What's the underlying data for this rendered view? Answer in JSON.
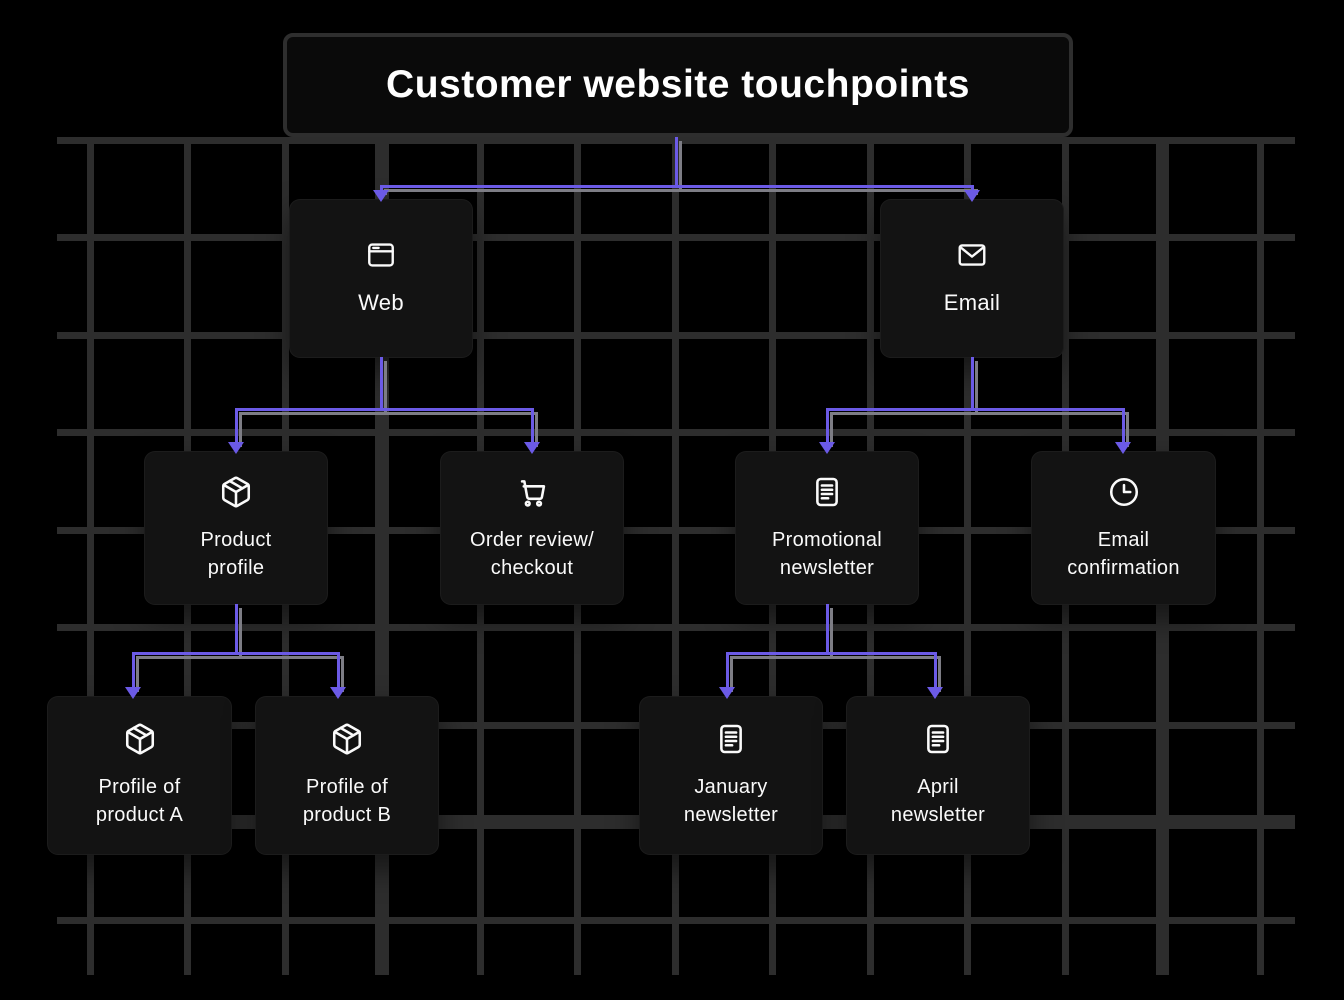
{
  "diagram": {
    "title": "Customer website touchpoints",
    "colors": {
      "background": "#000000",
      "grid": "#2d2d2d",
      "node_fill": "#131313",
      "connector": "#6b5ae6",
      "connector_shadow": "#7d7d85",
      "text": "#fafafa"
    },
    "nodes": [
      {
        "id": "web",
        "label": "Web",
        "icon": "browser-icon"
      },
      {
        "id": "email",
        "label": "Email",
        "icon": "envelope-icon"
      },
      {
        "id": "product-profile",
        "label": "Product\nprofile",
        "icon": "package-icon"
      },
      {
        "id": "order-review",
        "label": "Order review/\ncheckout",
        "icon": "cart-icon"
      },
      {
        "id": "promo-news",
        "label": "Promotional\nnewsletter",
        "icon": "newsletter-icon"
      },
      {
        "id": "email-conf",
        "label": "Email\nconfirmation",
        "icon": "clock-icon"
      },
      {
        "id": "profile-a",
        "label": "Profile of\nproduct A",
        "icon": "package-icon"
      },
      {
        "id": "profile-b",
        "label": "Profile of\nproduct B",
        "icon": "package-icon"
      },
      {
        "id": "jan-news",
        "label": "January\nnewsletter",
        "icon": "newsletter-icon"
      },
      {
        "id": "apr-news",
        "label": "April\nnewsletter",
        "icon": "newsletter-icon"
      }
    ],
    "connections": [
      {
        "from": "title",
        "to": [
          "web",
          "email"
        ]
      },
      {
        "from": "web",
        "to": [
          "product-profile",
          "order-review"
        ]
      },
      {
        "from": "email",
        "to": [
          "promo-news",
          "email-conf"
        ]
      },
      {
        "from": "product-profile",
        "to": [
          "profile-a",
          "profile-b"
        ]
      },
      {
        "from": "promo-news",
        "to": [
          "jan-news",
          "apr-news"
        ]
      }
    ]
  }
}
